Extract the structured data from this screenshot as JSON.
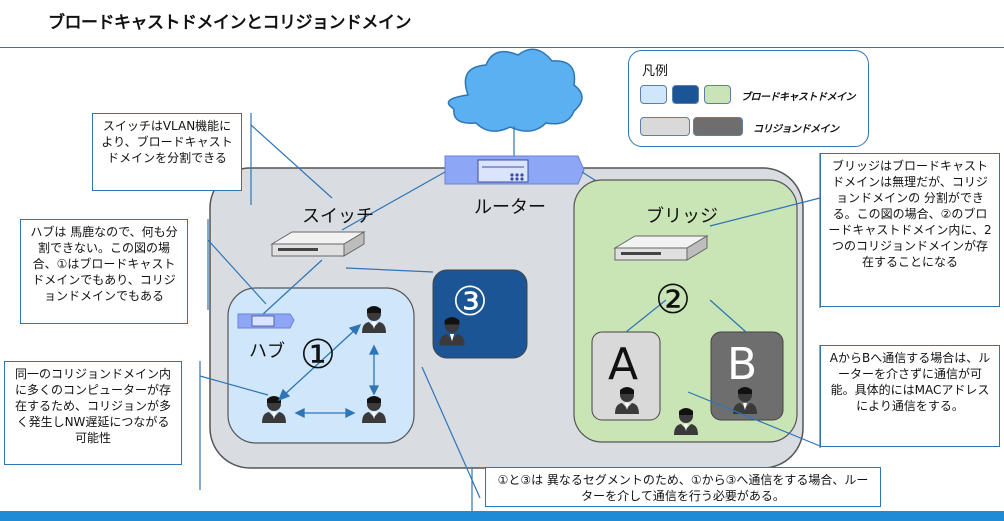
{
  "title": "ブロードキャストドメインとコリジョンドメイン",
  "legend": {
    "heading": "凡例",
    "broadcast_label": "ブロードキャストドメイン",
    "collision_label": "コリジョンドメイン",
    "colors": {
      "broadcast_light": "#cfe6fb",
      "broadcast_dark": "#1c5596",
      "broadcast_green": "#c9e5b5",
      "collision_light": "#d9d9d9",
      "collision_dark": "#6e6e6e"
    }
  },
  "devices": {
    "switch_label": "スイッチ",
    "router_label": "ルーター",
    "bridge_label": "ブリッジ",
    "hub_label": "ハブ"
  },
  "markers": {
    "one": "①",
    "two": "②",
    "three": "③",
    "a": "A",
    "b": "B"
  },
  "callouts": {
    "switch_note": "スイッチはVLAN機能により、ブロードキャストドメインを分割できる",
    "hub_note": "ハブは 馬鹿なので、何も分割できない。この図の場合、①はブロードキャストドメインでもあり、コリジョンドメインでもある",
    "collision_note": "同一のコリジョンドメイン内に多くのコンピューターが存在するため、コリジョンが多く発生しNW遅延につながる可能性",
    "bridge_note": "ブリッジはブロードキャストドメインは無理だが、コリジョンドメインの 分割ができる。この図の場合、②のブロードキャストドメイン内に、2つのコリジョンドメインが存在することになる",
    "ab_note": "AからBへ通信する場合は、ルーターを介さずに通信が可能。具体的にはMACアドレスにより通信をする。",
    "segment_note": "①と③は 異なるセグメントのため、①から③へ通信をする場合、ルーターを介して通信を行う必要がある。"
  }
}
